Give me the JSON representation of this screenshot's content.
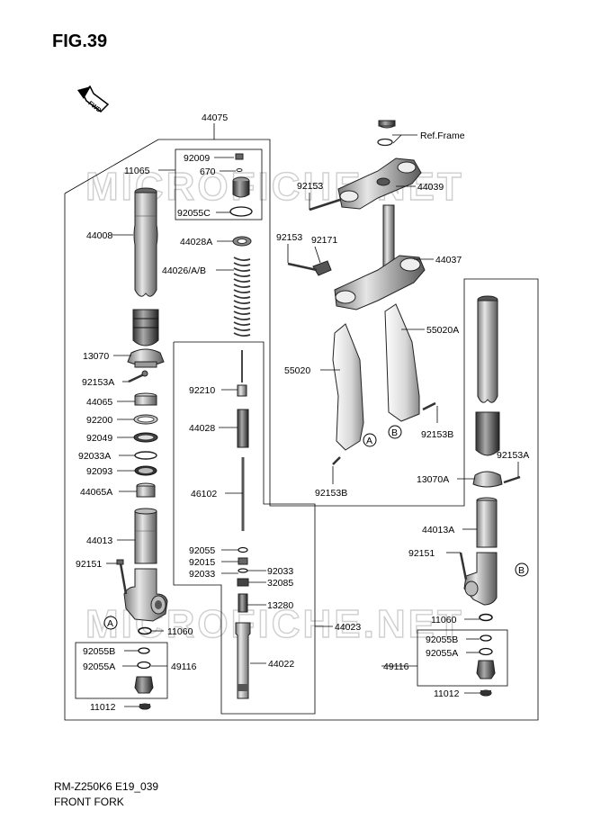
{
  "figure_title": "FIG.39",
  "fwd_label": "FWD",
  "watermarks": [
    "MICROFICHE.NET",
    "MICROFICHE.NET"
  ],
  "markers": {
    "a": "A",
    "b": "B"
  },
  "labels": {
    "l44075": "44075",
    "l11065": "11065",
    "l92009": "92009",
    "l670": "670",
    "l92055C": "92055C",
    "l44008": "44008",
    "l44028A": "44028A",
    "l44026": "44026/A/B",
    "l13070": "13070",
    "l92153A": "92153A",
    "l44065": "44065",
    "l92200": "92200",
    "l92049": "92049",
    "l92033A": "92033A",
    "l92093": "92093",
    "l44065A": "44065A",
    "l44013": "44013",
    "l92151": "92151",
    "l11060": "11060",
    "l92055B": "92055B",
    "l92055A": "92055A",
    "l49116": "49116",
    "l11012": "11012",
    "l92210": "92210",
    "l44028": "44028",
    "l46102": "46102",
    "l92055": "92055",
    "l92015": "92015",
    "l92033": "92033",
    "l32085": "32085",
    "l13280": "13280",
    "l44023": "44023",
    "l44022": "44022",
    "ref_frame": "Ref.Frame",
    "l44039": "44039",
    "l92153": "92153",
    "l92171": "92171",
    "l44037": "44037",
    "l55020A": "55020A",
    "l55020": "55020",
    "l92153B": "92153B",
    "l13070A": "13070A",
    "l44013A": "44013A"
  },
  "footer": {
    "model_code": "RM-Z250K6 E19_039",
    "section_title": "FRONT FORK"
  }
}
